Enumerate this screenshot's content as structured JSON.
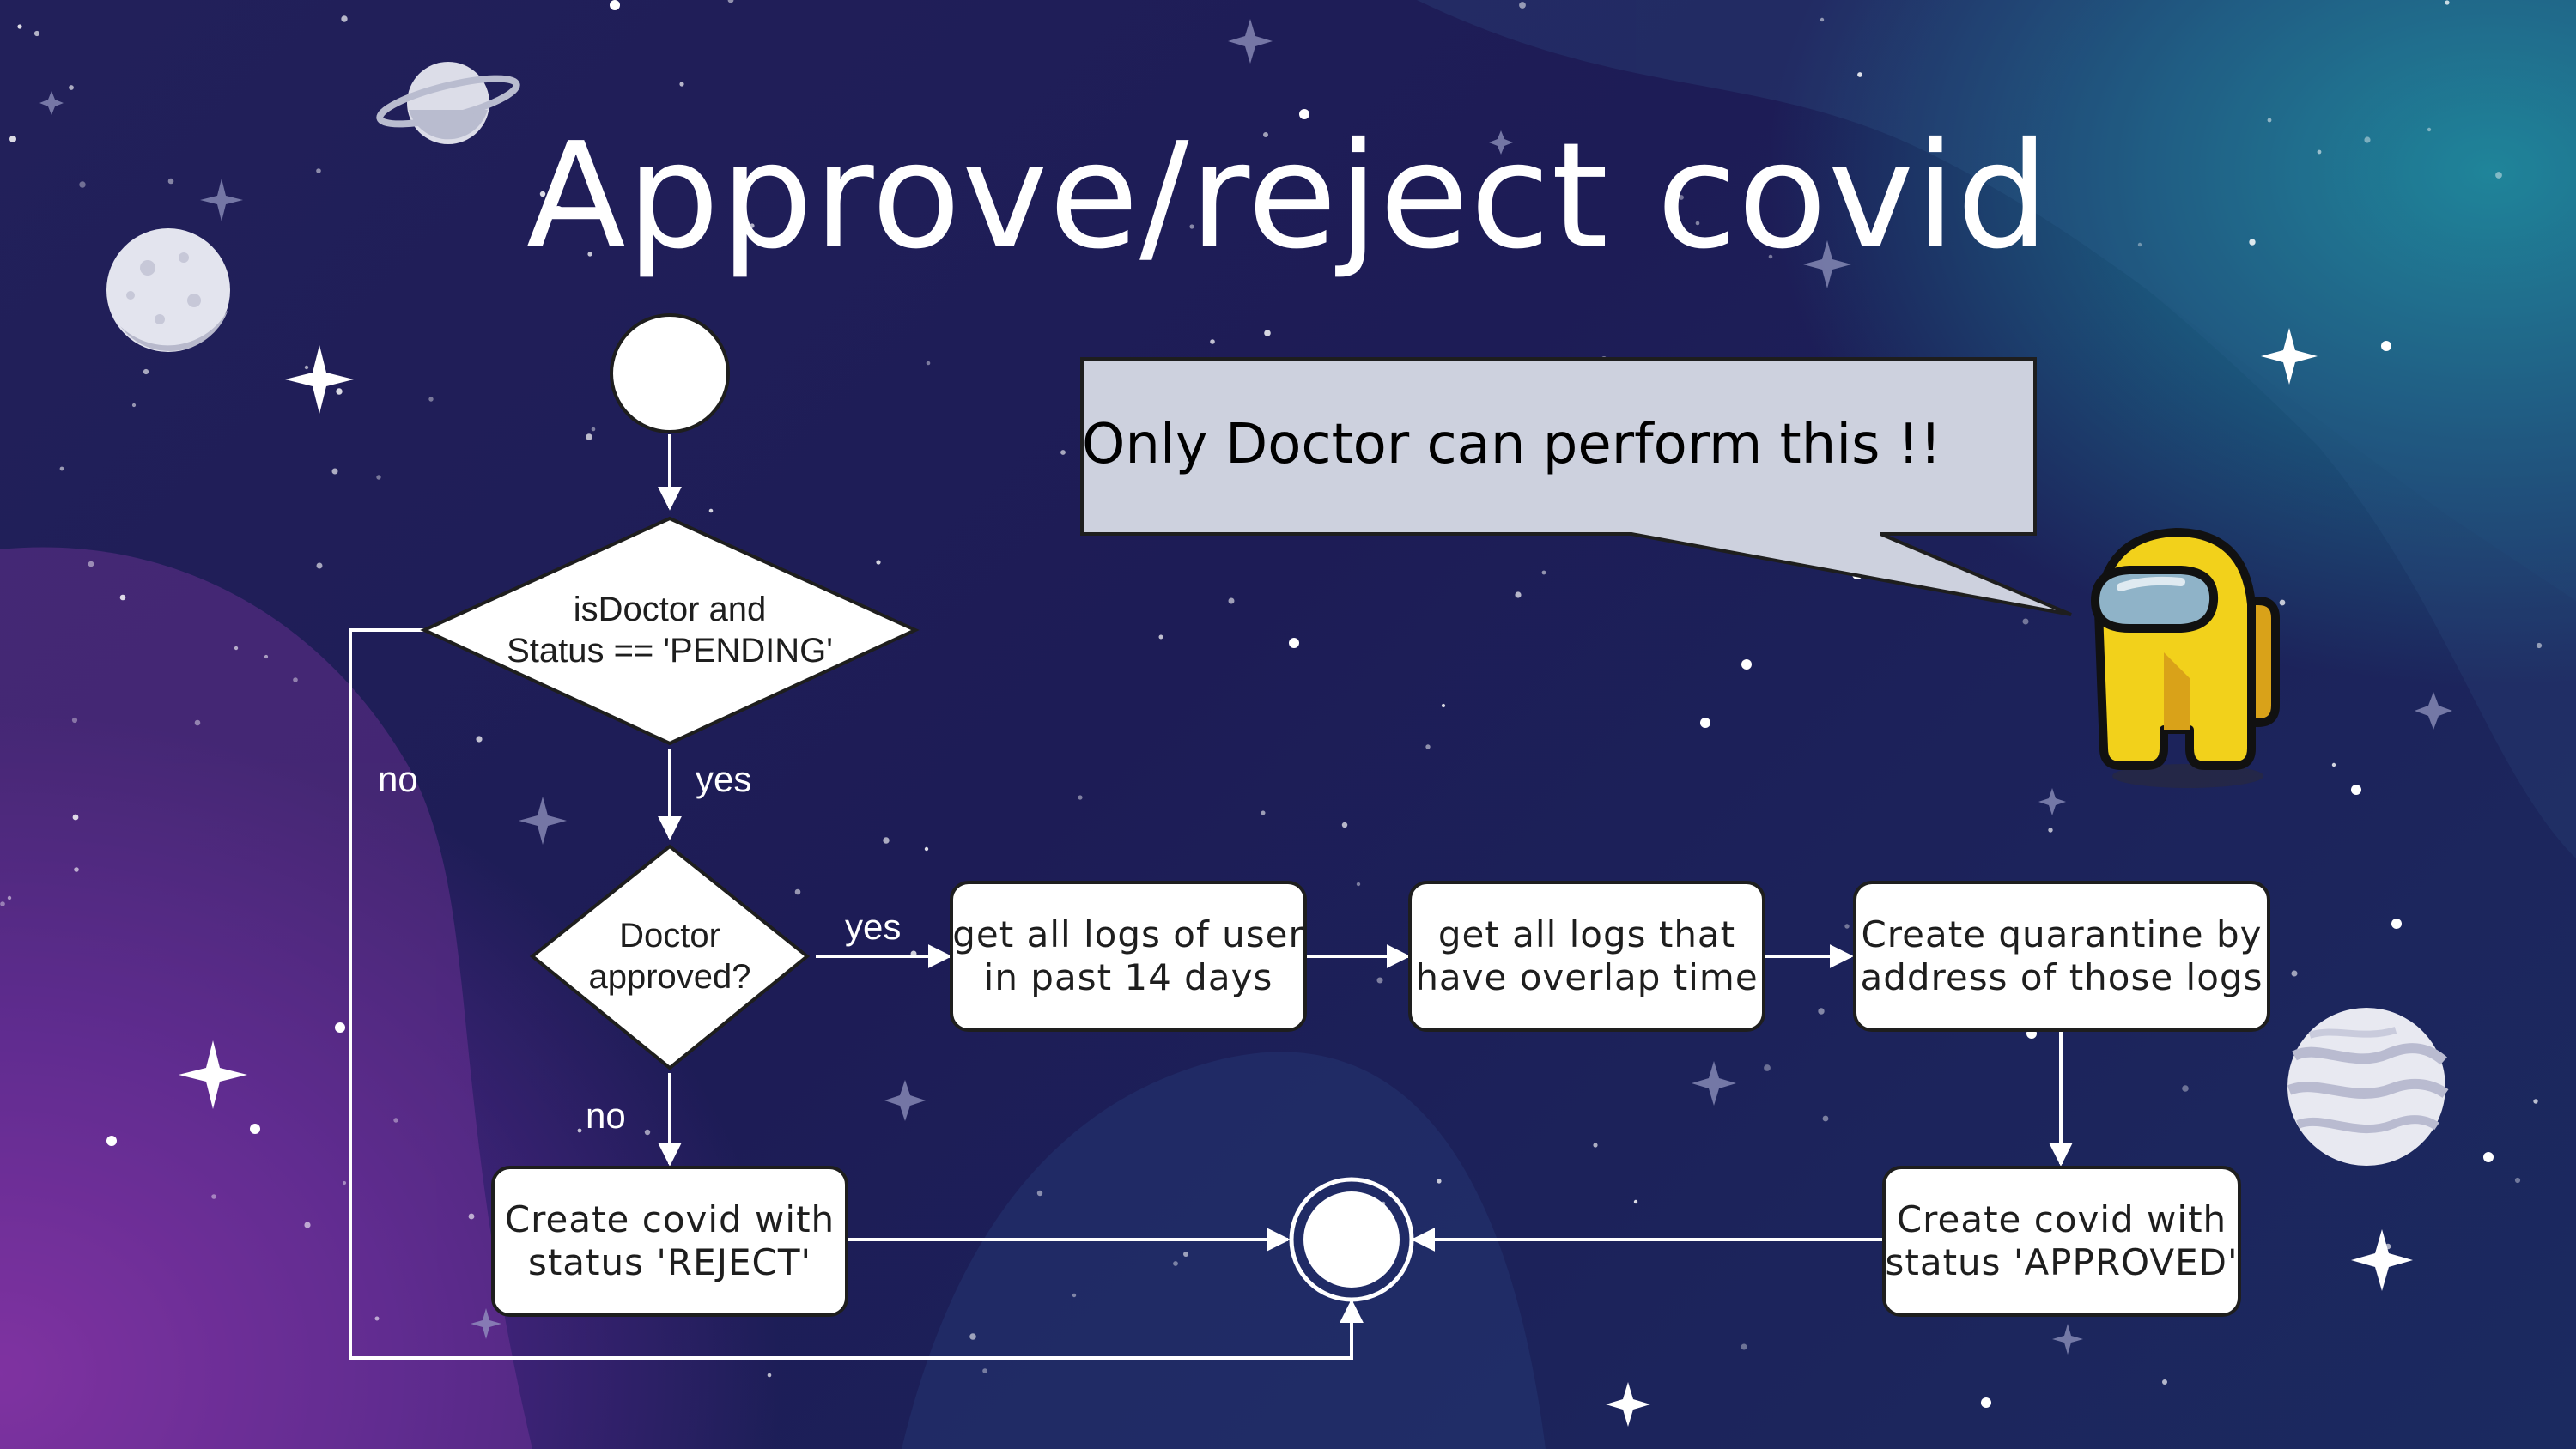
{
  "slide": {
    "title": "Approve/reject covid"
  },
  "callout": {
    "text": "Only Doctor can perform this !!"
  },
  "flow": {
    "decision_pending": "isDoctor and\nStatus == 'PENDING'",
    "decision_approved": "Doctor\napproved?",
    "step_get_logs": "get all logs of user\nin past 14 days",
    "step_overlap": "get all logs that\nhave overlap time",
    "step_quarantine": "Create quarantine by\naddress of those logs",
    "step_approved": "Create covid with\nstatus 'APPROVED'",
    "step_reject": "Create covid with\nstatus 'REJECT'",
    "label_no_outer": "no",
    "label_yes_down": "yes",
    "label_yes_right": "yes",
    "label_no_down": "no"
  },
  "colors": {
    "line": "#ffffff",
    "node_fill": "#ffffff",
    "node_stroke": "#1e1e1e",
    "callout_fill": "#cdd1de",
    "crewmate": "#f2d11b"
  },
  "icons": [
    "planet-ringed-icon",
    "moon-icon",
    "gas-planet-icon",
    "crewmate-icon",
    "star-sparkle-icon"
  ]
}
